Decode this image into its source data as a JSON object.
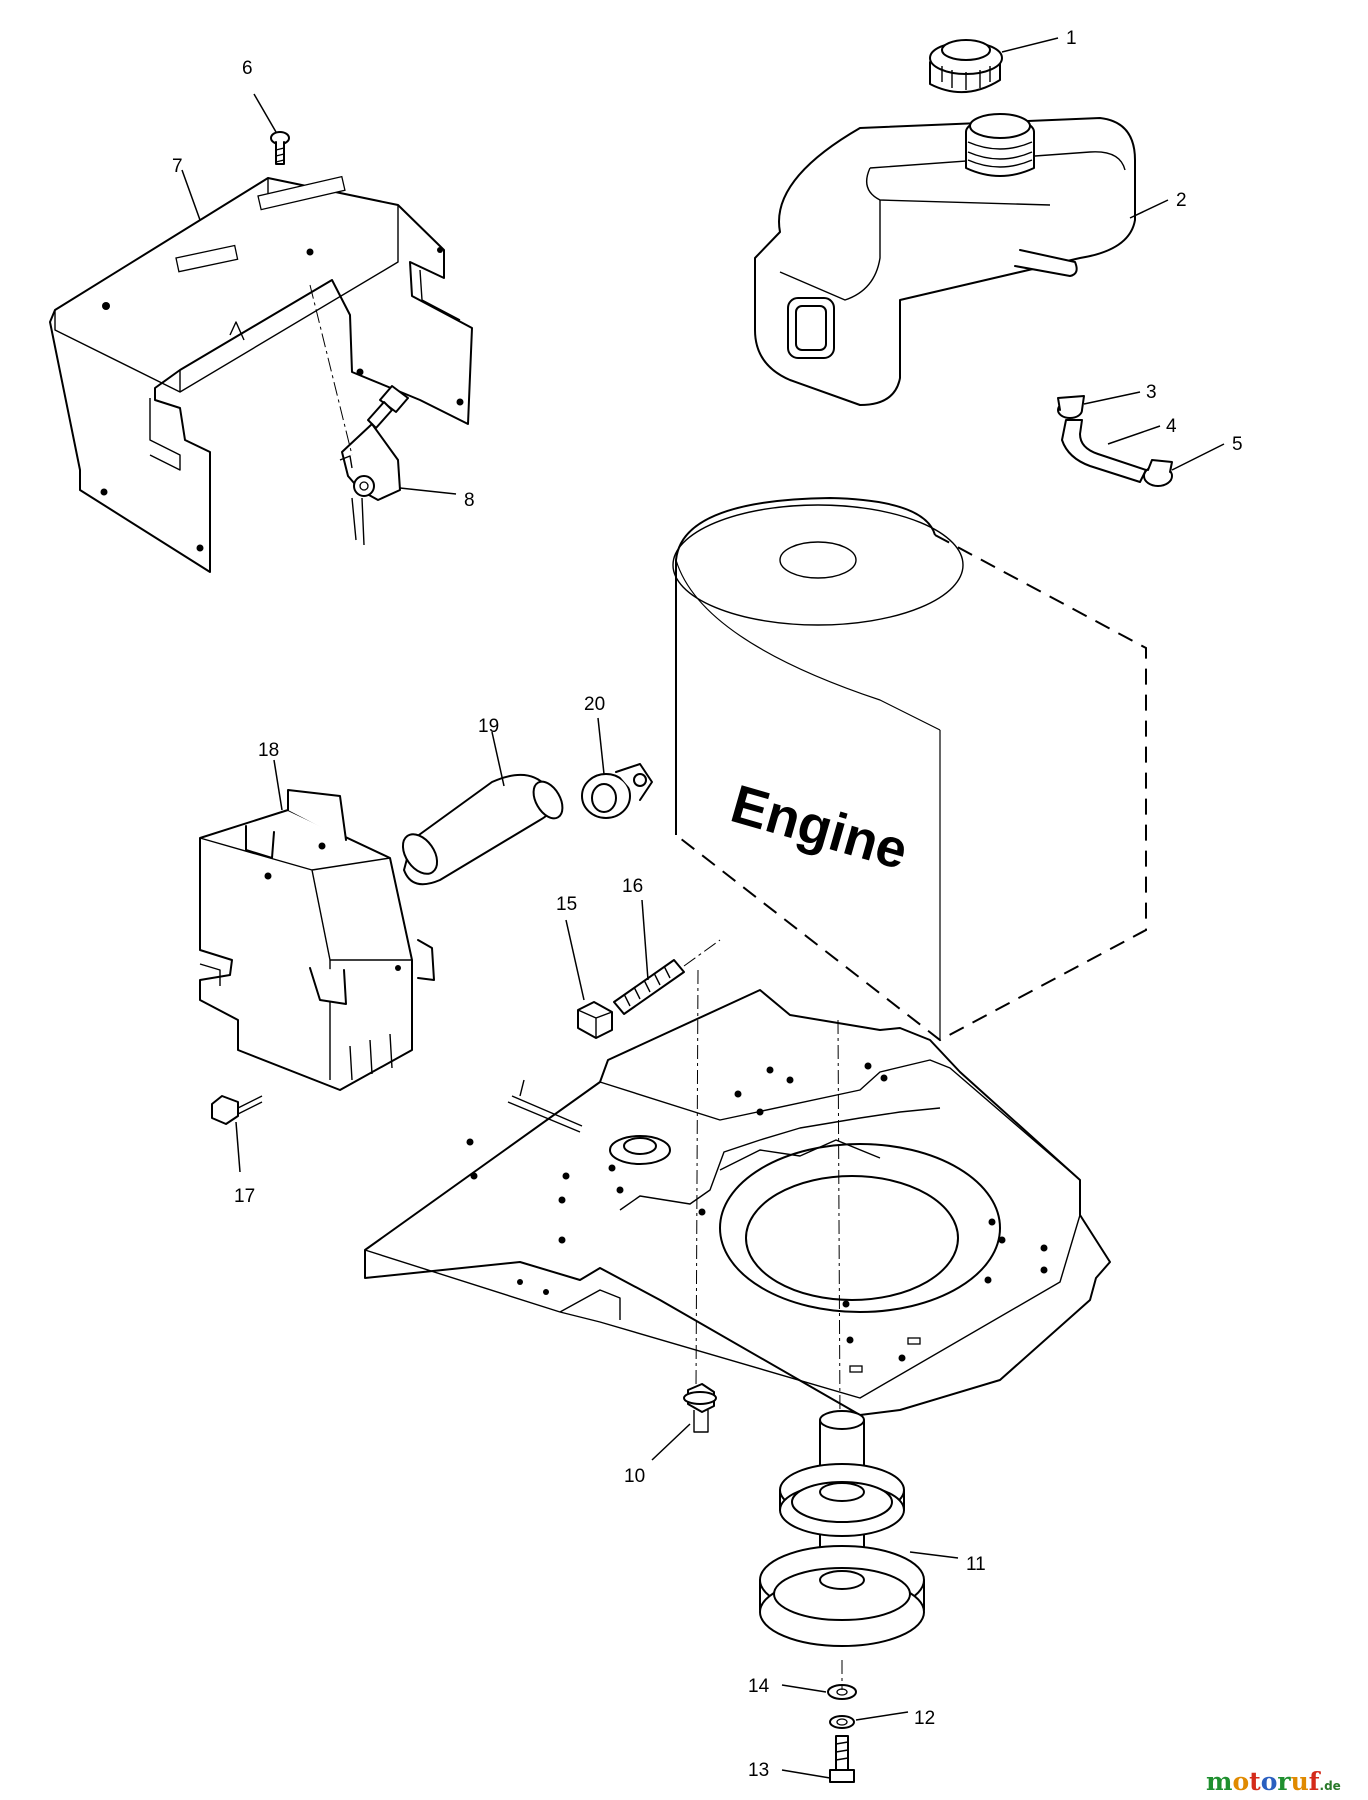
{
  "engine_label": "Engine",
  "callouts": {
    "c1": "1",
    "c2": "2",
    "c3": "3",
    "c4": "4",
    "c5": "5",
    "c6": "6",
    "c7": "7",
    "c8": "8",
    "c10": "10",
    "c11": "11",
    "c12": "12",
    "c13": "13",
    "c14": "14",
    "c15": "15",
    "c16": "16",
    "c17": "17",
    "c18": "18",
    "c19": "19",
    "c20": "20"
  },
  "watermark": {
    "letters": [
      "m",
      "o",
      "t",
      "o",
      "r",
      "u",
      "f"
    ],
    "letter_colors": [
      "#1f8f2f",
      "#e08a00",
      "#d42a1a",
      "#2a5fc0",
      "#1f8f2f",
      "#e08a00",
      "#d42a1a"
    ],
    "suffix": ".de"
  }
}
